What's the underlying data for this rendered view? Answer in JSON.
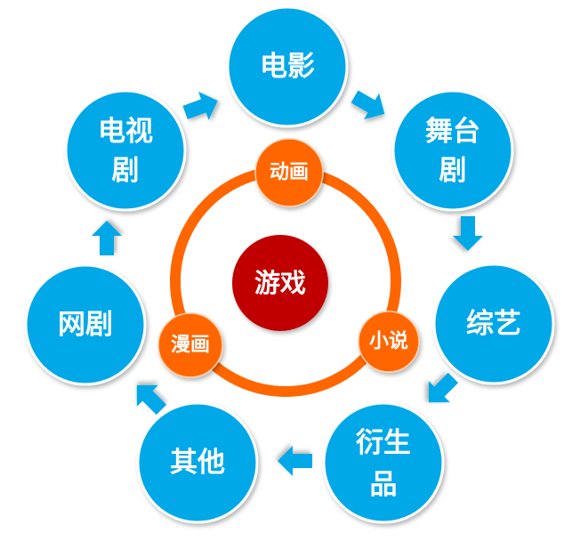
{
  "center": {
    "label": "游戏",
    "color": "#c00000"
  },
  "ring": {
    "color": "#ff6600"
  },
  "inner_nodes": [
    {
      "id": "animation",
      "label": "动画"
    },
    {
      "id": "novel",
      "label": "小说"
    },
    {
      "id": "comic",
      "label": "漫画"
    }
  ],
  "outer_nodes": [
    {
      "id": "film",
      "lines": [
        "电影"
      ]
    },
    {
      "id": "stage-drama",
      "lines": [
        "舞台",
        "剧"
      ]
    },
    {
      "id": "variety",
      "lines": [
        "综艺"
      ]
    },
    {
      "id": "derivatives",
      "lines": [
        "衍生",
        "品"
      ]
    },
    {
      "id": "other",
      "lines": [
        "其他"
      ]
    },
    {
      "id": "web-drama",
      "lines": [
        "网剧"
      ]
    },
    {
      "id": "tv-drama",
      "lines": [
        "电视",
        "剧"
      ]
    }
  ],
  "colors": {
    "outer_circle": "#00a8e8",
    "outer_circle_stroke": "#ffffff",
    "arrow": "#00a8e8",
    "inner_circle": "#ff6600",
    "text": "#ffffff"
  }
}
